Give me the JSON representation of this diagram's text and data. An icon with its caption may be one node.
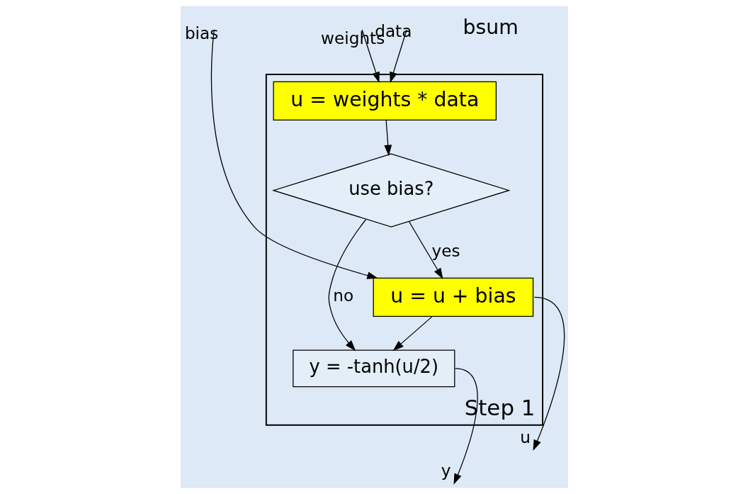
{
  "diagram": {
    "nodes": [
      {
        "text": [
          "Step 1"
        ]
      },
      {
        "text": [
          "u = weights * data"
        ],
        "in": 0
      },
      {
        "text": [
          "use bias?"
        ],
        "in": 0
      },
      {
        "text": [
          "u = u + bias"
        ],
        "in": 0
      },
      {
        "text": [
          "y = -tanh(u/2)"
        ],
        "in": 0
      }
    ],
    "edges": [
      {
        "from": null,
        "to": 1,
        "arrow": "to",
        "label": "weights"
      },
      {
        "from": null,
        "to": 1,
        "arrow": "to",
        "label": "data"
      },
      {
        "from": null,
        "to": 3,
        "arrow": "to",
        "label": "bias"
      },
      {
        "from": 1,
        "to": 2,
        "arrow": "to"
      },
      {
        "from": 2,
        "to": 3,
        "arrow": "to",
        "label": "yes"
      },
      {
        "from": 3,
        "to": 4,
        "arrow": "to"
      },
      {
        "from": 2,
        "to": 4,
        "arrow": "to",
        "label": "no"
      },
      {
        "from": 3,
        "to": null,
        "arrow": "to",
        "label": "u"
      },
      {
        "from": 4,
        "to": null,
        "arrow": "to",
        "label": "y"
      }
    ],
    "labels": [
      "bsum"
    ]
  }
}
